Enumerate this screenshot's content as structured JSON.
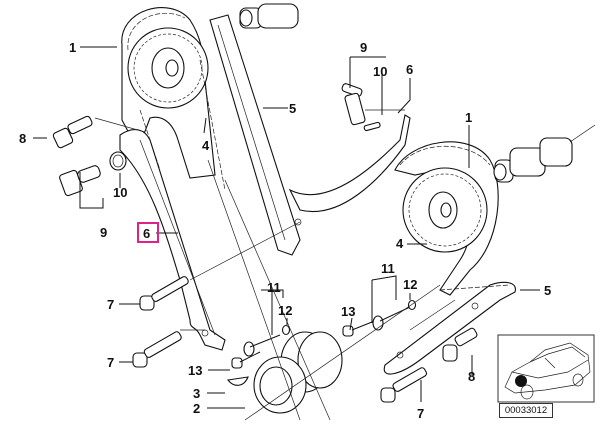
{
  "diagram": {
    "title": "Timing chain assembly exploded view",
    "highlight_color": "#e0218a",
    "highlighted_part": "6",
    "diagram_number": "00033012",
    "callouts": [
      {
        "id": "c1a",
        "label": "1"
      },
      {
        "id": "c1b",
        "label": "1"
      },
      {
        "id": "c2",
        "label": "2"
      },
      {
        "id": "c3",
        "label": "3"
      },
      {
        "id": "c4a",
        "label": "4"
      },
      {
        "id": "c4b",
        "label": "4"
      },
      {
        "id": "c5a",
        "label": "5"
      },
      {
        "id": "c5b",
        "label": "5"
      },
      {
        "id": "c6a",
        "label": "6"
      },
      {
        "id": "c6b",
        "label": "6"
      },
      {
        "id": "c7a",
        "label": "7"
      },
      {
        "id": "c7b",
        "label": "7"
      },
      {
        "id": "c7c",
        "label": "7"
      },
      {
        "id": "c8a",
        "label": "8"
      },
      {
        "id": "c8b",
        "label": "8"
      },
      {
        "id": "c9a",
        "label": "9"
      },
      {
        "id": "c9b",
        "label": "9"
      },
      {
        "id": "c10a",
        "label": "10"
      },
      {
        "id": "c10b",
        "label": "10"
      },
      {
        "id": "c11a",
        "label": "11"
      },
      {
        "id": "c11b",
        "label": "11"
      },
      {
        "id": "c12a",
        "label": "12"
      },
      {
        "id": "c12b",
        "label": "12"
      },
      {
        "id": "c13a",
        "label": "13"
      },
      {
        "id": "c13b",
        "label": "13"
      }
    ]
  }
}
